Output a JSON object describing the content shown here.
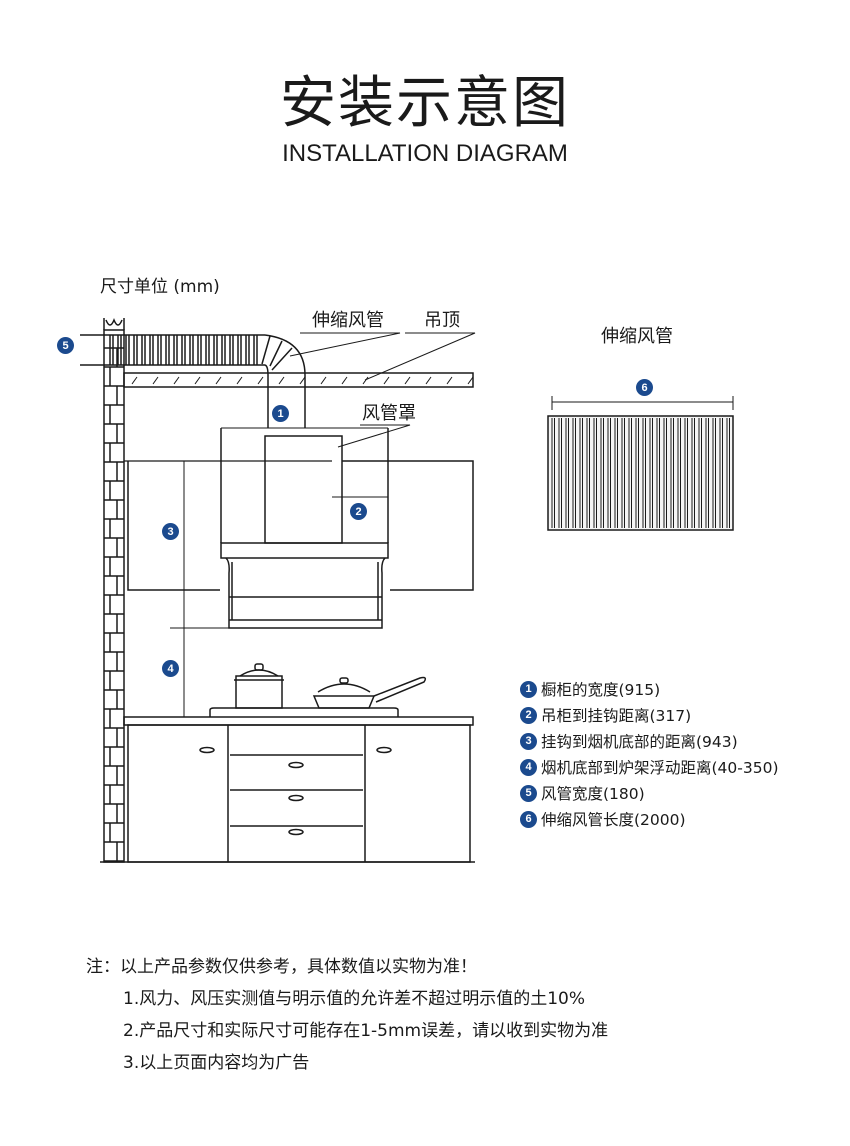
{
  "title_cn": "安装示意图",
  "title_en": "INSTALLATION DIAGRAM",
  "unit_label": "尺寸单位 (mm)",
  "labels": {
    "flex_duct": "伸缩风管",
    "ceiling": "吊顶",
    "duct_cover": "风管罩",
    "flex_duct_right": "伸缩风管"
  },
  "badges": [
    "1",
    "2",
    "3",
    "4",
    "5",
    "6"
  ],
  "legend": [
    {
      "num": "1",
      "text": "橱柜的宽度(915)"
    },
    {
      "num": "2",
      "text": "吊柜到挂钩距离(317)"
    },
    {
      "num": "3",
      "text": "挂钩到烟机底部的距离(943)"
    },
    {
      "num": "4",
      "text": "烟机底部到炉架浮动距离(40-350)"
    },
    {
      "num": "5",
      "text": "风管宽度(180)"
    },
    {
      "num": "6",
      "text": "伸缩风管长度(2000)"
    }
  ],
  "notes": {
    "heading": "注：以上产品参数仅供参考，具体数值以实物为准！",
    "items": [
      "1.风力、风压实测值与明示值的允许差不超过明示值的土10%",
      "2.产品尺寸和实际尺寸可能存在1-5mm误差，请以收到实物为准",
      "3.以上页面内容均为广告"
    ]
  },
  "colors": {
    "badge": "#1b4a8e",
    "line": "#1a1a1a"
  }
}
